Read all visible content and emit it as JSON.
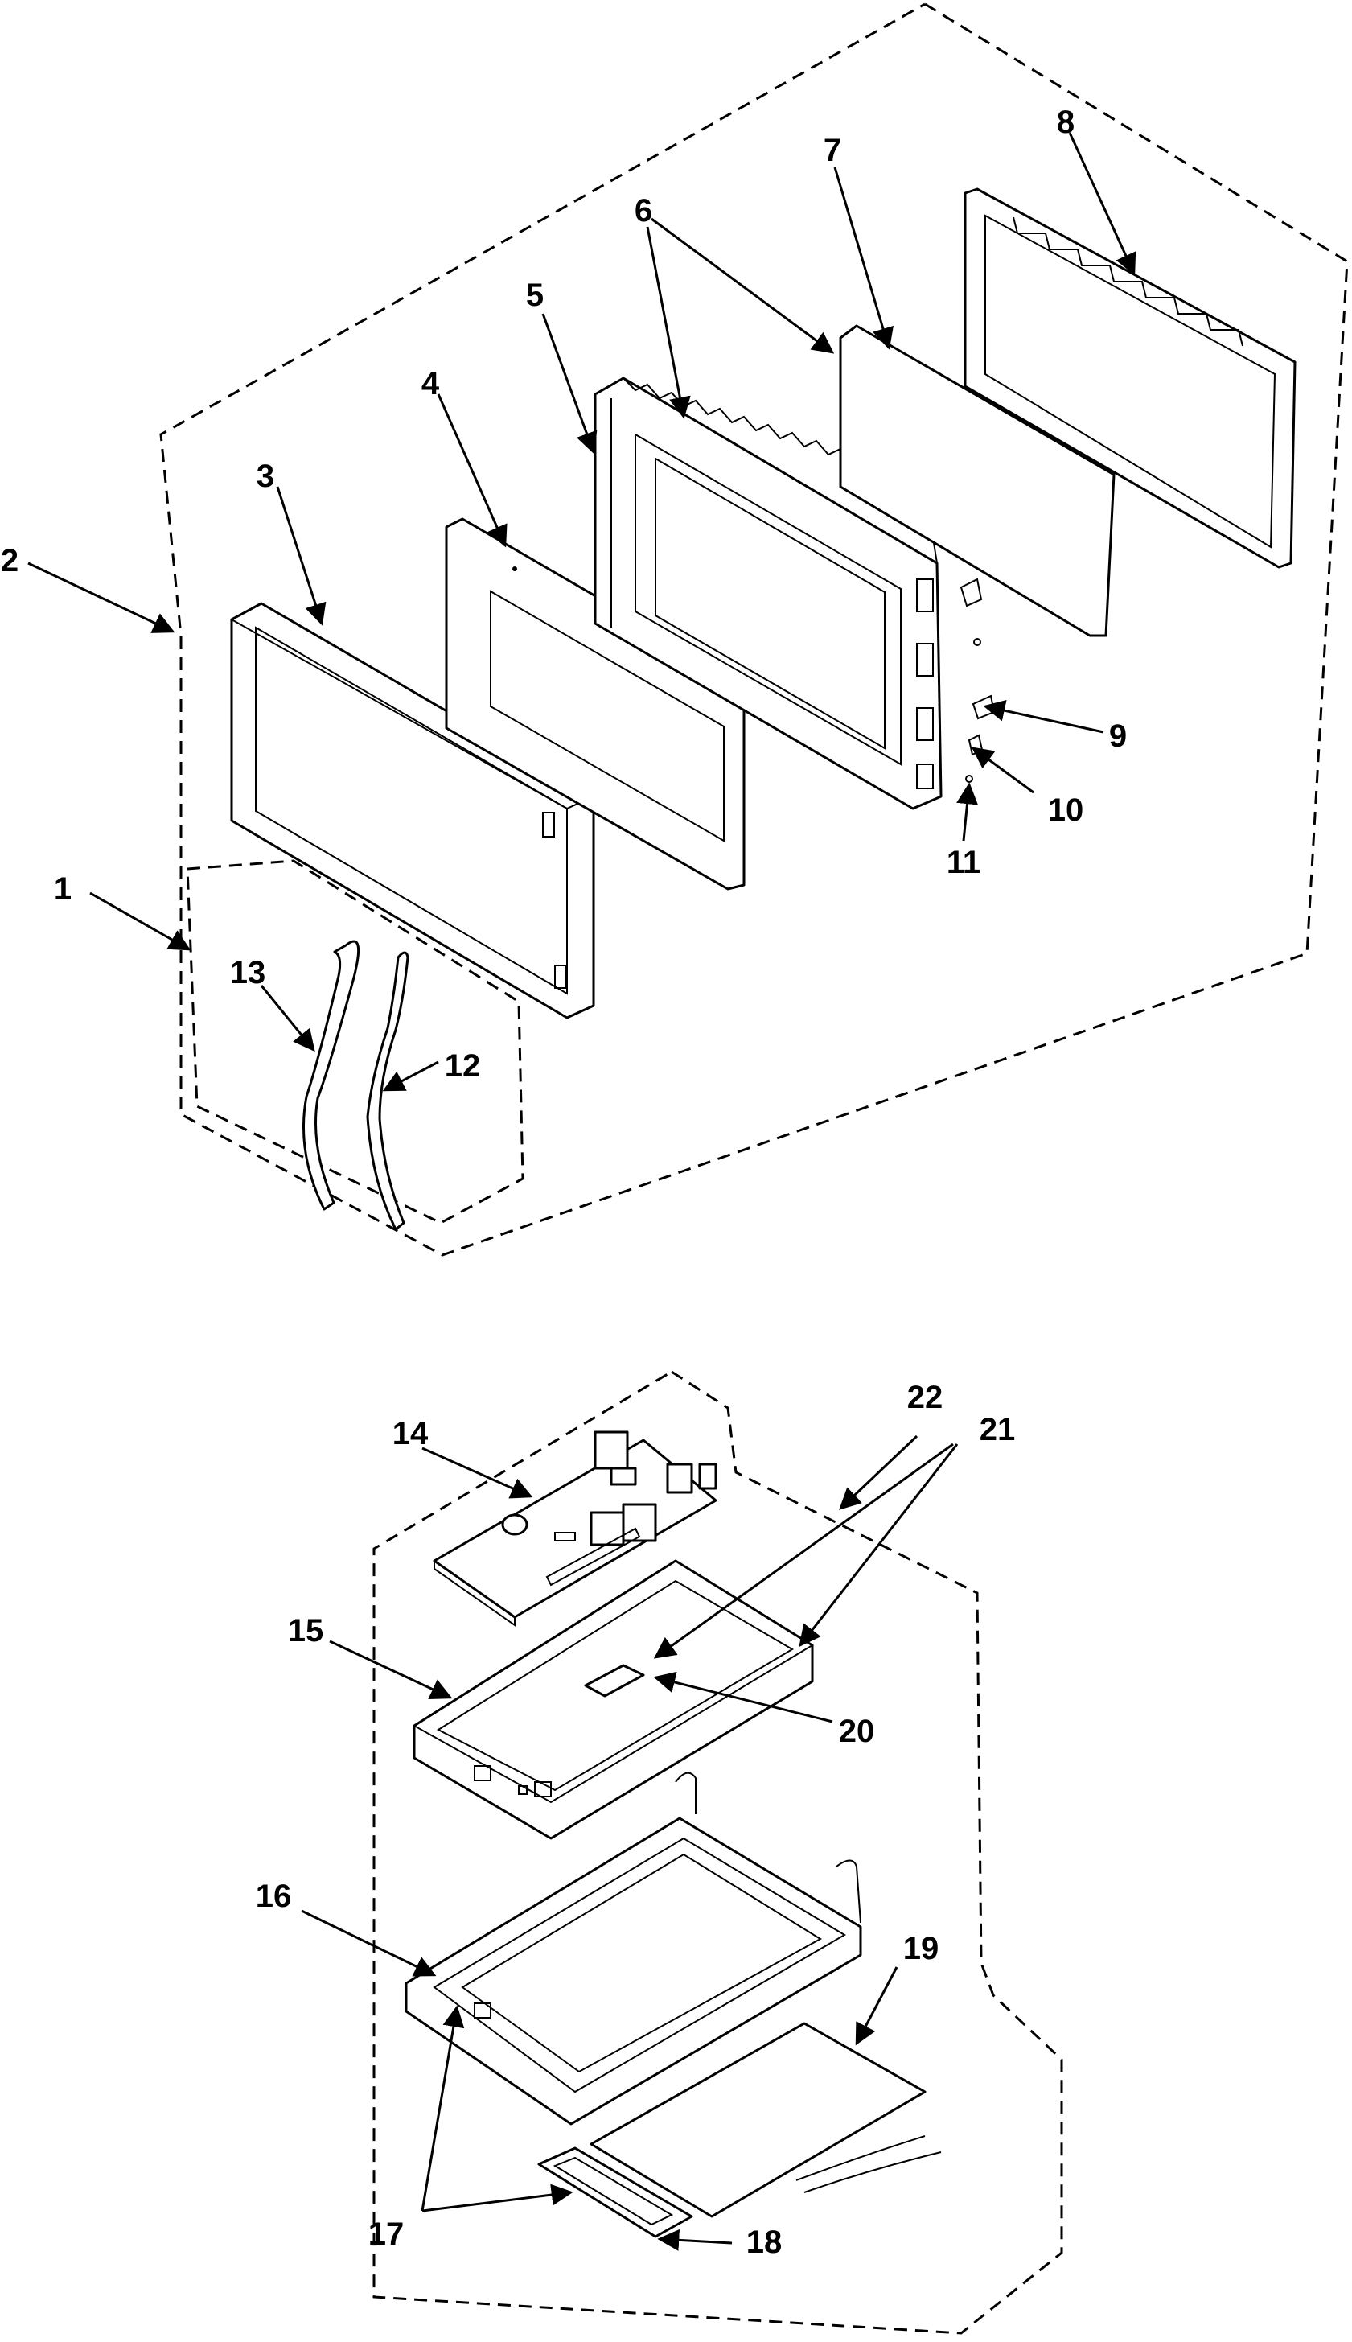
{
  "diagram": {
    "labels": [
      {
        "key": "p1",
        "text": "1"
      },
      {
        "key": "p2",
        "text": "2"
      },
      {
        "key": "p3",
        "text": "3"
      },
      {
        "key": "p4",
        "text": "4"
      },
      {
        "key": "p5",
        "text": "5"
      },
      {
        "key": "p6",
        "text": "6"
      },
      {
        "key": "p7",
        "text": "7"
      },
      {
        "key": "p8",
        "text": "8"
      },
      {
        "key": "p9",
        "text": "9"
      },
      {
        "key": "p10",
        "text": "10"
      },
      {
        "key": "p11",
        "text": "11"
      },
      {
        "key": "p12",
        "text": "12"
      },
      {
        "key": "p13",
        "text": "13"
      },
      {
        "key": "p14",
        "text": "14"
      },
      {
        "key": "p15",
        "text": "15"
      },
      {
        "key": "p16",
        "text": "16"
      },
      {
        "key": "p17",
        "text": "17"
      },
      {
        "key": "p18",
        "text": "18"
      },
      {
        "key": "p19",
        "text": "19"
      },
      {
        "key": "p20",
        "text": "20"
      },
      {
        "key": "p21",
        "text": "21"
      },
      {
        "key": "p22",
        "text": "22"
      }
    ]
  }
}
